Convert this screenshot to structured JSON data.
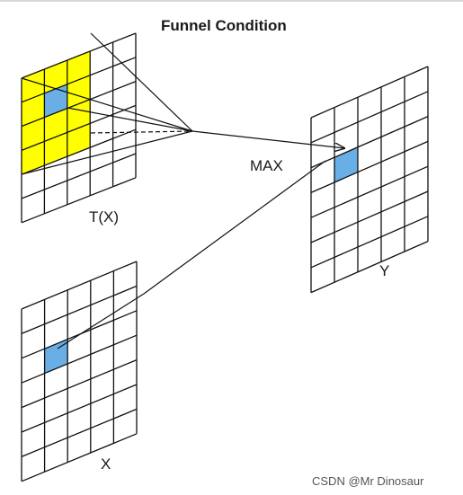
{
  "title": "Funnel Condition",
  "labels": {
    "tx": "T(X)",
    "x": "X",
    "y": "Y",
    "max": "MAX"
  },
  "watermark": "CSDN @Mr Dinosaur",
  "colors": {
    "window": "#ffff00",
    "center": "#6aaee6",
    "grid": "#111111"
  },
  "grids": [
    {
      "id": "tx",
      "rows": 6,
      "cols": 5,
      "window_cells": [
        [
          0,
          0
        ],
        [
          0,
          1
        ],
        [
          0,
          2
        ],
        [
          1,
          0
        ],
        [
          1,
          2
        ],
        [
          2,
          0
        ],
        [
          2,
          1
        ],
        [
          2,
          2
        ],
        [
          3,
          0
        ],
        [
          3,
          1
        ],
        [
          3,
          2
        ]
      ],
      "center_cells": [
        [
          1,
          1
        ]
      ]
    },
    {
      "id": "x",
      "rows": 7,
      "cols": 5,
      "window_cells": [],
      "center_cells": [
        [
          2,
          1
        ]
      ]
    },
    {
      "id": "y",
      "rows": 7,
      "cols": 5,
      "window_cells": [],
      "center_cells": [
        [
          2,
          1
        ]
      ]
    }
  ]
}
